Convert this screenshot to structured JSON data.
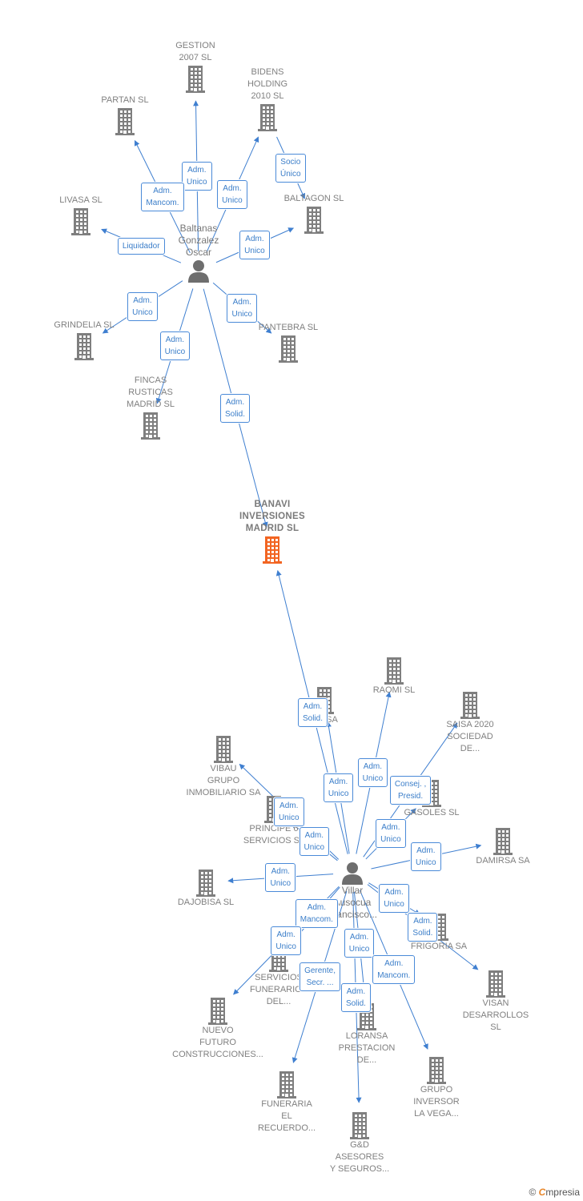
{
  "center": {
    "label": "BANAVI\nINVERSIONES\nMADRID  SL",
    "color": "#f26522"
  },
  "colors": {
    "building": "#7f7f7f",
    "edge": "#3f7fd0",
    "person": "#6e6e6e"
  },
  "persons": [
    {
      "id": "p1",
      "label": "Baltanas\nGonzalez\nOscar"
    },
    {
      "id": "p2",
      "label": "Villar\nAusocua\nFrancisco..."
    }
  ],
  "companies": [
    {
      "id": "gestion",
      "label": "GESTION\n2007 SL"
    },
    {
      "id": "bidens",
      "label": "BIDENS\nHOLDING\n2010 SL"
    },
    {
      "id": "partan",
      "label": "PARTAN SL"
    },
    {
      "id": "baltagon",
      "label": "BALTAGON SL"
    },
    {
      "id": "livasa",
      "label": "LIVASA SL"
    },
    {
      "id": "grindelia",
      "label": "GRINDELIA SL"
    },
    {
      "id": "pantebra",
      "label": "PANTEBRA  SL"
    },
    {
      "id": "fincas",
      "label": "FINCAS\nRUSTICAS\nMADRID SL"
    },
    {
      "id": "raomi",
      "label": "RAOMI  SL"
    },
    {
      "id": "asa",
      "label": "...A SA"
    },
    {
      "id": "saisa",
      "label": "SAISA 2020\nSOCIEDAD\nDE..."
    },
    {
      "id": "vibau",
      "label": "VIBAU\nGRUPO\nINMOBILIARIO SA"
    },
    {
      "id": "gasoles",
      "label": "GASOLES SL"
    },
    {
      "id": "principe",
      "label": "PRINCIPE 6\nSERVICIOS SL"
    },
    {
      "id": "damirsa",
      "label": "DAMIRSA SA"
    },
    {
      "id": "dajobisa",
      "label": "DAJOBISA SL"
    },
    {
      "id": "frigoria",
      "label": "FRIGORIA SA"
    },
    {
      "id": "servicios",
      "label": "SERVICIOS\nFUNERARIOS\nDEL..."
    },
    {
      "id": "visan",
      "label": "VISAN\nDESARROLLOS\nSL"
    },
    {
      "id": "nuevo",
      "label": "NUEVO\nFUTURO\nCONSTRUCCIONES..."
    },
    {
      "id": "loransa",
      "label": "LORANSA\nPRESTACION\nDE..."
    },
    {
      "id": "grupo",
      "label": "GRUPO\nINVERSOR\nLA VEGA..."
    },
    {
      "id": "funeraria",
      "label": "FUNERARIA\nEL\nRECUERDO..."
    },
    {
      "id": "gd",
      "label": "G&D\nASESORES\nY SEGUROS..."
    }
  ],
  "relations": [
    {
      "from": "p1",
      "to": "gestion",
      "label": "Adm.\nUnico"
    },
    {
      "from": "p1",
      "to": "bidens",
      "label": "Adm.\nUnico"
    },
    {
      "from": "p1",
      "to": "partan",
      "label": "Adm.\nMancom."
    },
    {
      "from": "bidens",
      "to": "baltagon",
      "label": "Socio\nÚnico"
    },
    {
      "from": "p1",
      "to": "livasa",
      "label": "Liquidador"
    },
    {
      "from": "p1",
      "to": "baltagon",
      "label": "Adm.\nUnico"
    },
    {
      "from": "p1",
      "to": "grindelia",
      "label": "Adm.\nUnico"
    },
    {
      "from": "p1",
      "to": "fincas",
      "label": "Adm.\nUnico"
    },
    {
      "from": "p1",
      "to": "pantebra",
      "label": "Adm.\nUnico"
    },
    {
      "from": "p1",
      "to": "center",
      "label": "Adm.\nSolid."
    },
    {
      "from": "p2",
      "to": "center",
      "label": "Adm.\nSolid."
    },
    {
      "from": "p2",
      "to": "asa",
      "label": "Adm.\nUnico"
    },
    {
      "from": "p2",
      "to": "raomi",
      "label": "Adm.\nUnico"
    },
    {
      "from": "p2",
      "to": "saisa",
      "label": "Consej. ,\nPresid."
    },
    {
      "from": "p2",
      "to": "gasoles",
      "label": "Adm.\nUnico"
    },
    {
      "from": "p2",
      "to": "vibau",
      "label": "Adm.\nUnico"
    },
    {
      "from": "p2",
      "to": "principe",
      "label": "Adm.\nUnico"
    },
    {
      "from": "p2",
      "to": "damirsa",
      "label": "Adm.\nUnico"
    },
    {
      "from": "p2",
      "to": "dajobisa",
      "label": "Adm.\nUnico"
    },
    {
      "from": "p2",
      "to": "frigoria",
      "label": "Adm.\nUnico"
    },
    {
      "from": "p2",
      "to": "visan",
      "label": "Adm.\nSolid."
    },
    {
      "from": "p2",
      "to": "servicios",
      "label": "Adm.\nMancom."
    },
    {
      "from": "p2",
      "to": "nuevo",
      "label": "Adm.\nUnico"
    },
    {
      "from": "p2",
      "to": "funeraria",
      "label": "Gerente,\nSecr. ..."
    },
    {
      "from": "p2",
      "to": "loransa",
      "label": "Adm.\nUnico"
    },
    {
      "from": "p2",
      "to": "grupo",
      "label": "Adm.\nMancom."
    },
    {
      "from": "p2",
      "to": "gd",
      "label": "Adm.\nSolid."
    }
  ],
  "footer": {
    "copyright": "©",
    "brand_first": "C",
    "brand_rest": "mpresia"
  }
}
